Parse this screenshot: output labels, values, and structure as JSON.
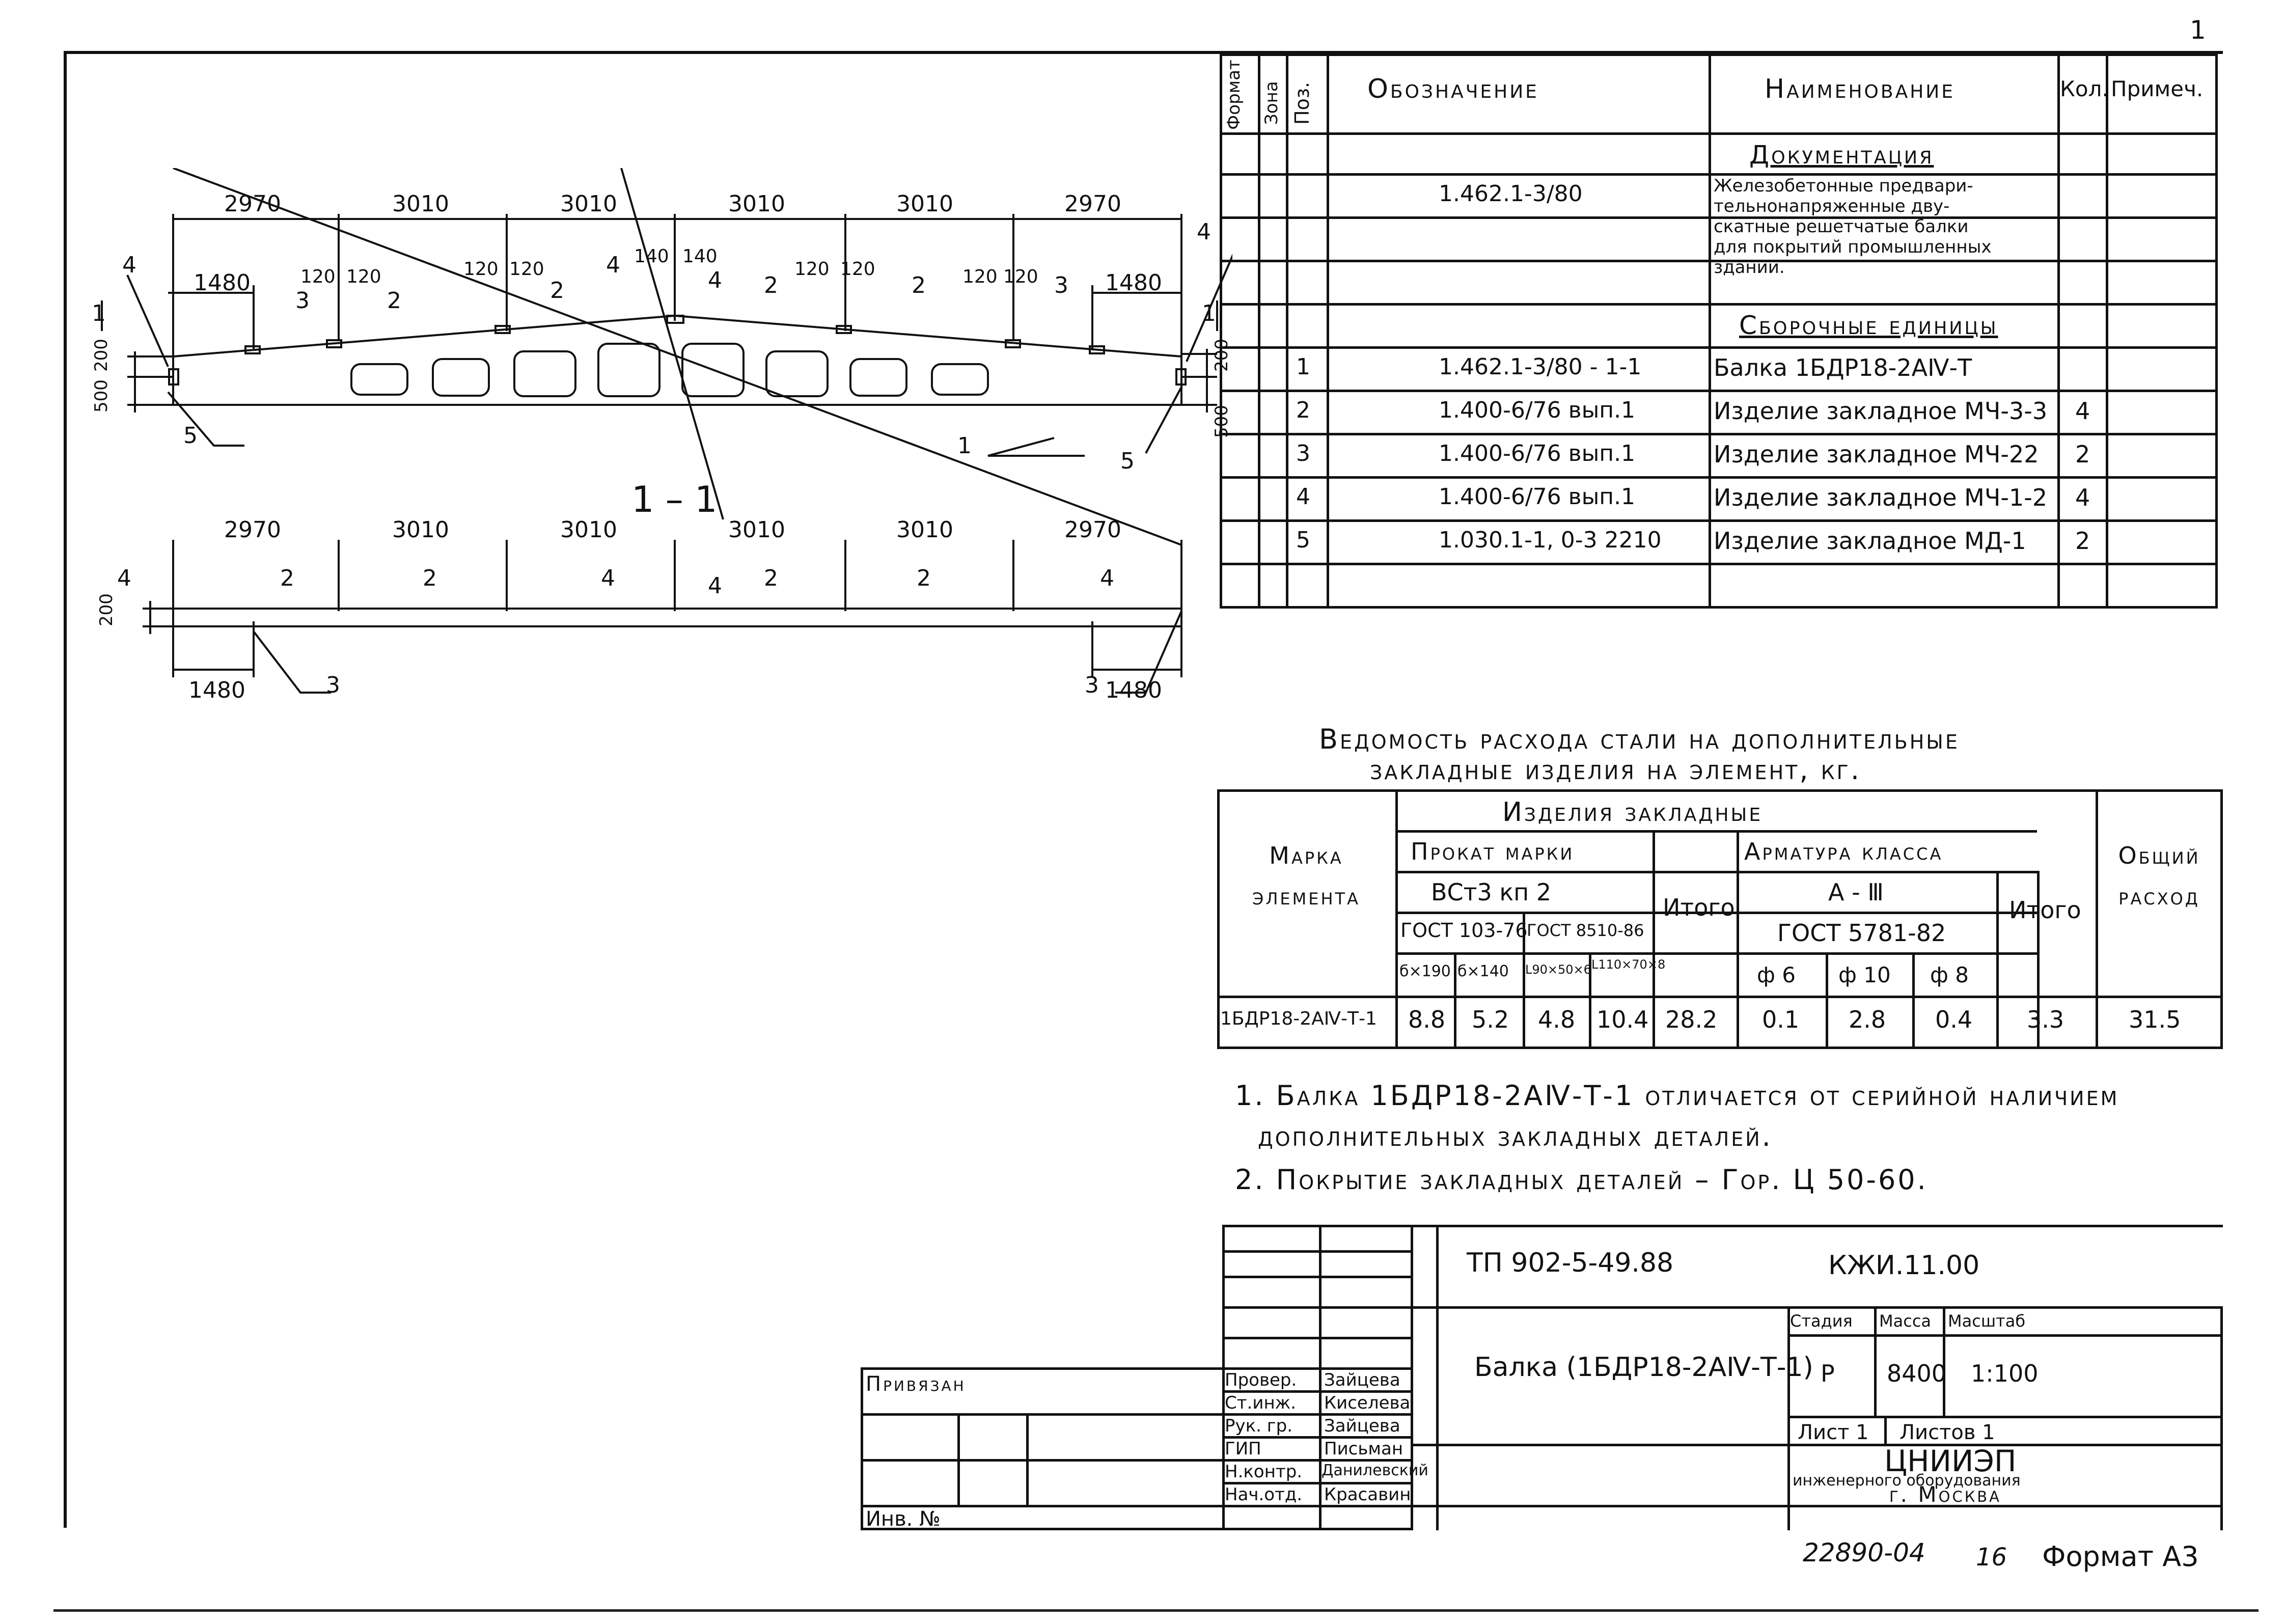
{
  "page_number_corner": "1",
  "spec_table": {
    "headers": {
      "format": "Формат",
      "zone": "Зона",
      "pos": "Поз.",
      "designation": "Обозначение",
      "name": "Наименование",
      "qty": "Кол.",
      "note": "Примеч."
    },
    "section_documentation": "Документация",
    "doc_designation": "1.462.1-3/80",
    "doc_name_lines": [
      "Железобетонные предвари-",
      "тельнонапряженные дву-",
      "скатные решетчатые балки",
      "для покрытий промышленных",
      "зданий."
    ],
    "section_assembly": "Сборочные единицы",
    "rows": [
      {
        "pos": "1",
        "designation": "1.462.1-3/80 - 1-1",
        "name": "Балка 1БДР18-2АⅣ-Т",
        "qty": ""
      },
      {
        "pos": "2",
        "designation": "1.400-6/76  вып.1",
        "name": "Изделие закладное МЧ-3-3",
        "qty": "4"
      },
      {
        "pos": "3",
        "designation": "1.400-6/76  вып.1",
        "name": "Изделие закладное МЧ-22",
        "qty": "2"
      },
      {
        "pos": "4",
        "designation": "1.400-6/76  вып.1",
        "name": "Изделие закладное МЧ-1-2",
        "qty": "4"
      },
      {
        "pos": "5",
        "designation": "1.030.1-1, 0-3  2210",
        "name": "Изделие закладное МД-1",
        "qty": "2"
      }
    ]
  },
  "drawing": {
    "elevation_dims": [
      "2970",
      "3010",
      "3010",
      "3010",
      "3010",
      "2970"
    ],
    "small_dims": [
      "1480",
      "120",
      "120",
      "120",
      "120",
      "140",
      "140",
      "120",
      "120",
      "120",
      "120",
      "1480"
    ],
    "side_dims_left": [
      "200",
      "500"
    ],
    "side_dims_right": [
      "200",
      "500"
    ],
    "section_marks": [
      "1",
      "1"
    ],
    "elevation_callouts": [
      "4",
      "3",
      "2",
      "2",
      "4",
      "4",
      "2",
      "2",
      "3",
      "4",
      "5",
      "1",
      "5"
    ],
    "section_title": "1 – 1",
    "plan_dims": [
      "2970",
      "3010",
      "3010",
      "3010",
      "3010",
      "2970"
    ],
    "plan_small_dims": [
      "1480",
      "1480"
    ],
    "plan_side_dim": "200",
    "plan_callouts": [
      "4",
      "2",
      "2",
      "4",
      "4",
      "2",
      "2",
      "4",
      "3",
      "3"
    ]
  },
  "steel_table": {
    "title_line1": "Ведомость расхода стали на дополнительные",
    "title_line2": "закладные изделия на элемент, кг.",
    "col_mark": "Марка элемента",
    "group_header": "Изделия     закладные",
    "rolled_header": "Прокат  марки",
    "rolled_grade": "ВСт3 кп 2",
    "gost1": "ГОСТ 103-76",
    "gost2": "ГОСТ 8510-86",
    "sizes": [
      "б×190",
      "б×140",
      "L90×50×6",
      "L110×70×8"
    ],
    "total1": "Итого",
    "rebar_header": "Арматура  класса",
    "rebar_class": "А - Ⅲ",
    "gost3": "ГОСТ 5781-82",
    "diams": [
      "ф 6",
      "ф 10",
      "ф 8"
    ],
    "total2": "Итого",
    "overall": "Общий расход",
    "row": {
      "mark": "1БДР18-2АⅣ-Т-1",
      "values": [
        "8.8",
        "5.2",
        "4.8",
        "10.4",
        "28.2",
        "0.1",
        "2.8",
        "0.4",
        "3.3",
        "31.5"
      ]
    }
  },
  "notes": [
    "1. Балка 1БДР18-2АⅣ-Т-1 отличается от серийной наличием",
    "дополнительных закладных деталей.",
    "2. Покрытие закладных деталей – Гор. Ц 50-60."
  ],
  "title_block": {
    "project": "ТП 902-5-49.88",
    "code": "КЖИ.11.00",
    "doc_name": "Балка (1БДР18-2АⅣ-Т-1)",
    "stage_label": "Стадия",
    "mass_label": "Масса",
    "scale_label": "Масштаб",
    "stage": "Р",
    "mass": "8400",
    "scale": "1:100",
    "sheet": "Лист 1",
    "sheets": "Листов 1",
    "org_line1": "ЦНИИЭП",
    "org_line2": "инженерного оборудования",
    "org_line3": "г. Москва",
    "tied": "Привязан",
    "inv": "Инв. №",
    "signatures": [
      {
        "role": "Провер.",
        "name": "Зайцева"
      },
      {
        "role": "Ст.инж.",
        "name": "Киселева"
      },
      {
        "role": "Рук. гр.",
        "name": "Зайцева"
      },
      {
        "role": "ГИП",
        "name": "Письман"
      },
      {
        "role": "Н.контр.",
        "name": "Данилевский"
      },
      {
        "role": "Нач.отд.",
        "name": "Красавин"
      }
    ]
  },
  "footer": {
    "archive": "22890-04",
    "page": "16",
    "format": "Формат А3"
  }
}
